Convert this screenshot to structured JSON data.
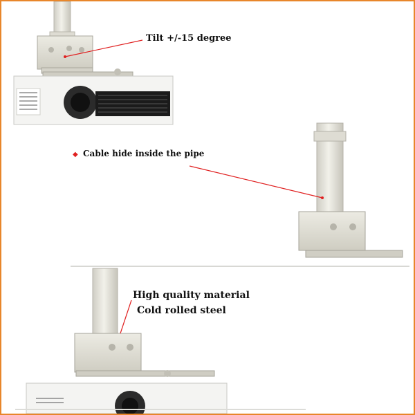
{
  "callouts": {
    "tilt": "Tilt +/-15 degree",
    "cable": "Cable hide inside the pipe",
    "quality_line1": "High quality material",
    "quality_line2": "Cold rolled steel"
  },
  "colors": {
    "frame_border": "#e8862a",
    "bullet": "#e02020",
    "leader_line": "#e02020",
    "metal": "#e6e4da"
  }
}
